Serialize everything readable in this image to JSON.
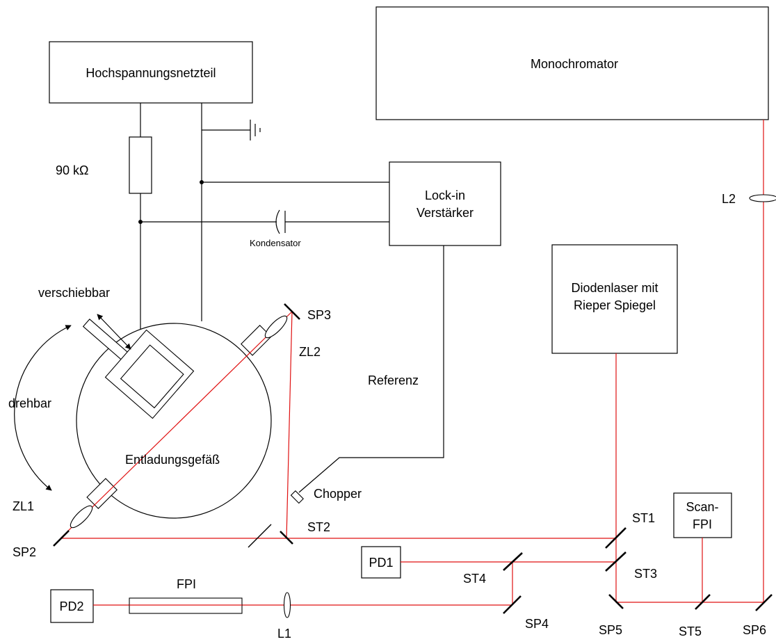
{
  "components": {
    "power_supply": "Hochspannungsnetzteil",
    "monochromator": "Monochromator",
    "lockin_line1": "Lock-in",
    "lockin_line2": "Verstärker",
    "diode_laser_line1": "Diodenlaser mit",
    "diode_laser_line2": "Rieper Spiegel",
    "scan_fpi_line1": "Scan-",
    "scan_fpi_line2": "FPI",
    "pd1": "PD1",
    "pd2": "PD2",
    "fpi": "FPI"
  },
  "labels": {
    "resistor": "90 kΩ",
    "capacitor": "Kondensator",
    "movable": "verschiebbar",
    "rotatable": "drehbar",
    "discharge_vessel": "Entladungsgefäß",
    "reference": "Referenz",
    "chopper": "Chopper"
  },
  "optics": {
    "sp2": "SP2",
    "sp3": "SP3",
    "sp4": "SP4",
    "sp5": "SP5",
    "sp6": "SP6",
    "st1": "ST1",
    "st2": "ST2",
    "st3": "ST3",
    "st4": "ST4",
    "st5": "ST5",
    "zl1": "ZL1",
    "zl2": "ZL2",
    "l1": "L1",
    "l2": "L2"
  },
  "colors": {
    "beam": "#e01010",
    "wiring": "#000000"
  }
}
